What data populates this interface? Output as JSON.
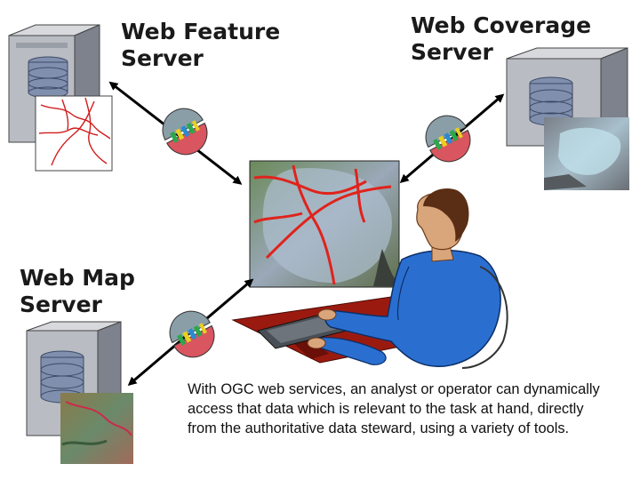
{
  "labels": {
    "wfs": "Web Feature\nServer",
    "wcs": "Web Coverage\nServer",
    "wms": "Web Map\nServer"
  },
  "caption": "With OGC web services, an analyst or operator can dynamically access that data which is relevant to the task at hand, directly from the authoritative data steward, using a variety of tools.",
  "colors": {
    "server_body": "#b9bcc2",
    "server_side": "#7d828c",
    "disk": "#7f8fad",
    "connector_red": "#d9555f",
    "connector_gray": "#8a9ea8",
    "road_red": "#e0231c",
    "shirt_blue": "#2a6fd0",
    "skin": "#d9a57a",
    "hair": "#5a2e14",
    "desk_red": "#9b1a10"
  }
}
